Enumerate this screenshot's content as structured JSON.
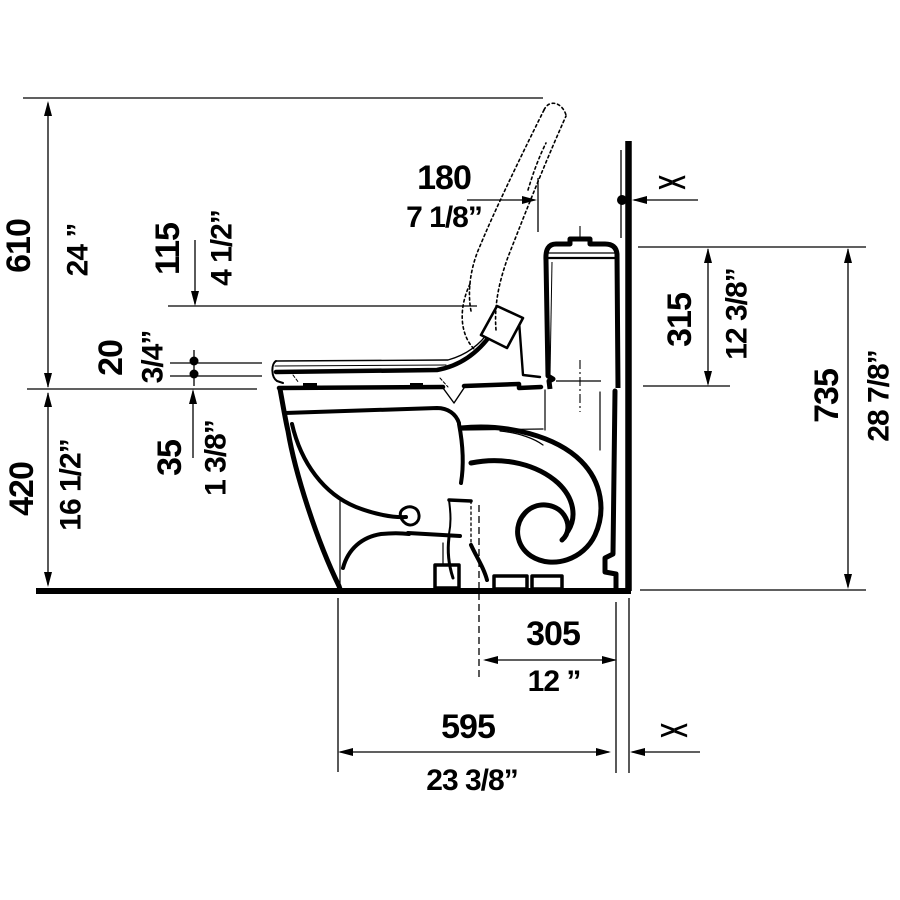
{
  "colors": {
    "ink": "#000000",
    "paper": "#ffffff"
  },
  "dims": {
    "d610": {
      "mm": "610",
      "inch": "24 ”"
    },
    "d420": {
      "mm": "420",
      "inch": "16 1/2”"
    },
    "d115": {
      "mm": "115",
      "inch": "4 1/2”"
    },
    "d20": {
      "mm": "20",
      "inch": "3/4”"
    },
    "d35": {
      "mm": "35",
      "inch": "1 3/8”"
    },
    "d180": {
      "mm": "180",
      "inch": "7 1/8”"
    },
    "d315": {
      "mm": "315",
      "inch": "12 3/8”"
    },
    "d735": {
      "mm": "735",
      "inch": "28 7/8”"
    },
    "d305": {
      "mm": "305",
      "inch": "12 ”"
    },
    "d595": {
      "mm": "595",
      "inch": "23 3/8”"
    }
  },
  "symbols": {
    "wall_gap_top": "><",
    "wall_gap_bottom": "><"
  }
}
